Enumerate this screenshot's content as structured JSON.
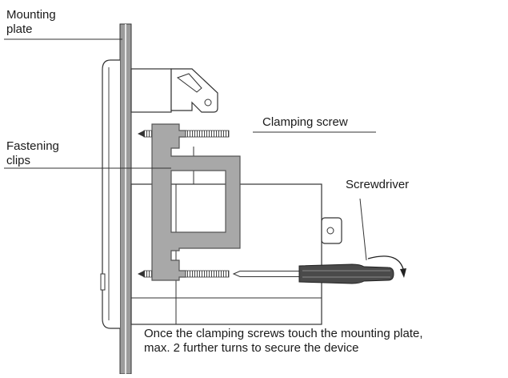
{
  "labels": {
    "mounting_plate": [
      "Mounting",
      "plate"
    ],
    "fastening_clips": [
      "Fastening",
      "clips"
    ],
    "clamping_screw": "Clamping screw",
    "screwdriver": "Screwdriver",
    "note": [
      "Once the clamping screws touch the mounting plate,",
      "max. 2 further turns to secure the device"
    ]
  },
  "colors": {
    "line": "#2b2b2b",
    "clip_fill": "#a8a8a8",
    "clip_stroke": "#555555",
    "handle": "#4a4a4a"
  }
}
